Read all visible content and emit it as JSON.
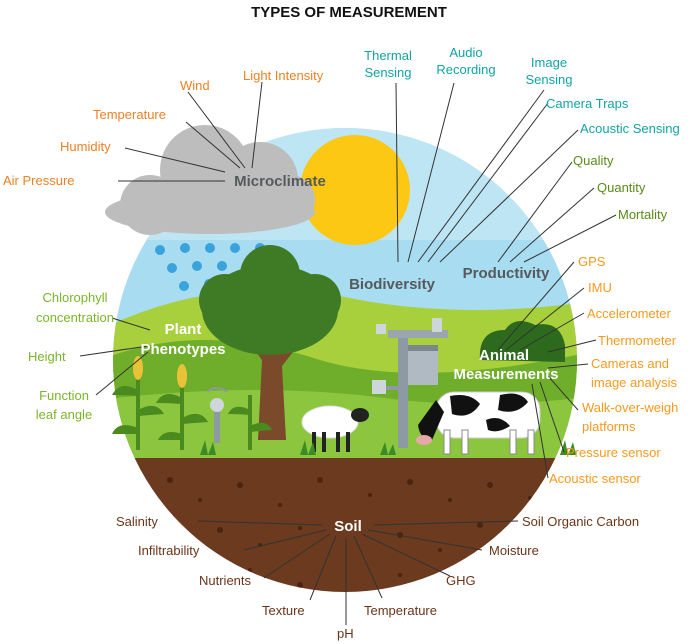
{
  "title": "TYPES OF MEASUREMENT",
  "colors": {
    "orange": "#f07f22",
    "teal": "#12a3a3",
    "olive": "#5a8a1a",
    "lime": "#7ab52a",
    "amber": "#f59a1d",
    "brown": "#6b3419",
    "white": "#ffffff",
    "grey": "#555a5e"
  },
  "categories": {
    "microclimate": "Microclimate",
    "biodiversity": "Biodiversity",
    "productivity": "Productivity",
    "plant_line1": "Plant",
    "plant_line2": "Phenotypes",
    "animal_line1": "Animal",
    "animal_line2": "Measurements",
    "soil": "Soil"
  },
  "labels": {
    "microclimate": [
      "Wind",
      "Light Intensity",
      "Temperature",
      "Humidity",
      "Air Pressure"
    ],
    "biodiversity": [
      "Thermal",
      "Sensing",
      "Audio",
      "Recording",
      "Image",
      "Sensing",
      "Camera Traps",
      "Acoustic Sensing"
    ],
    "productivity": [
      "Quality",
      "Quantity",
      "Mortality"
    ],
    "plant": [
      "Chlorophyll",
      "concentration",
      "Height",
      "Function",
      "leaf angle"
    ],
    "animal": [
      "GPS",
      "IMU",
      "Accelerometer",
      "Thermometer",
      "Cameras and",
      "image analysis",
      "Walk-over-weigh",
      "platforms",
      "Pressure sensor",
      "Acoustic sensor"
    ],
    "soil": [
      "Salinity",
      "Infiltrability",
      "Nutrients",
      "Texture",
      "pH",
      "Temperature",
      "GHG",
      "Moisture",
      "Soil Organic Carbon"
    ]
  }
}
